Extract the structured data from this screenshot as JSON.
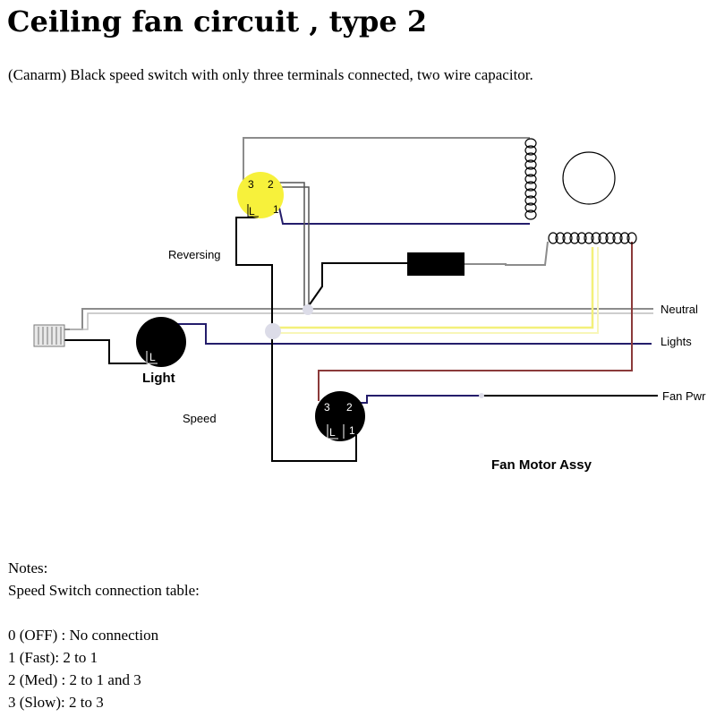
{
  "title": "Ceiling fan circuit , type 2",
  "subtitle": "(Canarm) Black speed switch with only three terminals connected, two wire capacitor.",
  "diagram": {
    "labels": {
      "reversing": "Reversing",
      "light": "Light",
      "speed": "Speed",
      "fan_motor_assy": "Fan Motor Assy",
      "neutral": "Neutral",
      "lights": "Lights",
      "fan_pwr": "Fan Pwr"
    },
    "reversing_switch": {
      "t3": "3",
      "t2": "2",
      "tL": "L",
      "t1": "1",
      "color": "#f7f13b"
    },
    "light_switch": {
      "tL": "L",
      "color": "#000000"
    },
    "speed_switch": {
      "t3": "3",
      "t2": "2",
      "tL": "L",
      "t1": "1",
      "color": "#000000"
    },
    "wire_colors": {
      "black": "#000000",
      "gray": "#8c8c8c",
      "navy": "#241d6b",
      "yellow": "#f3f07a",
      "brown": "#8b3a3a"
    }
  },
  "notes": {
    "heading": "Notes:",
    "table_title": "Speed Switch connection table:",
    "rows": [
      "0 (OFF) : No connection",
      "1 (Fast): 2 to 1",
      "2 (Med) : 2 to 1 and 3",
      "3 (Slow): 2 to 3"
    ]
  }
}
